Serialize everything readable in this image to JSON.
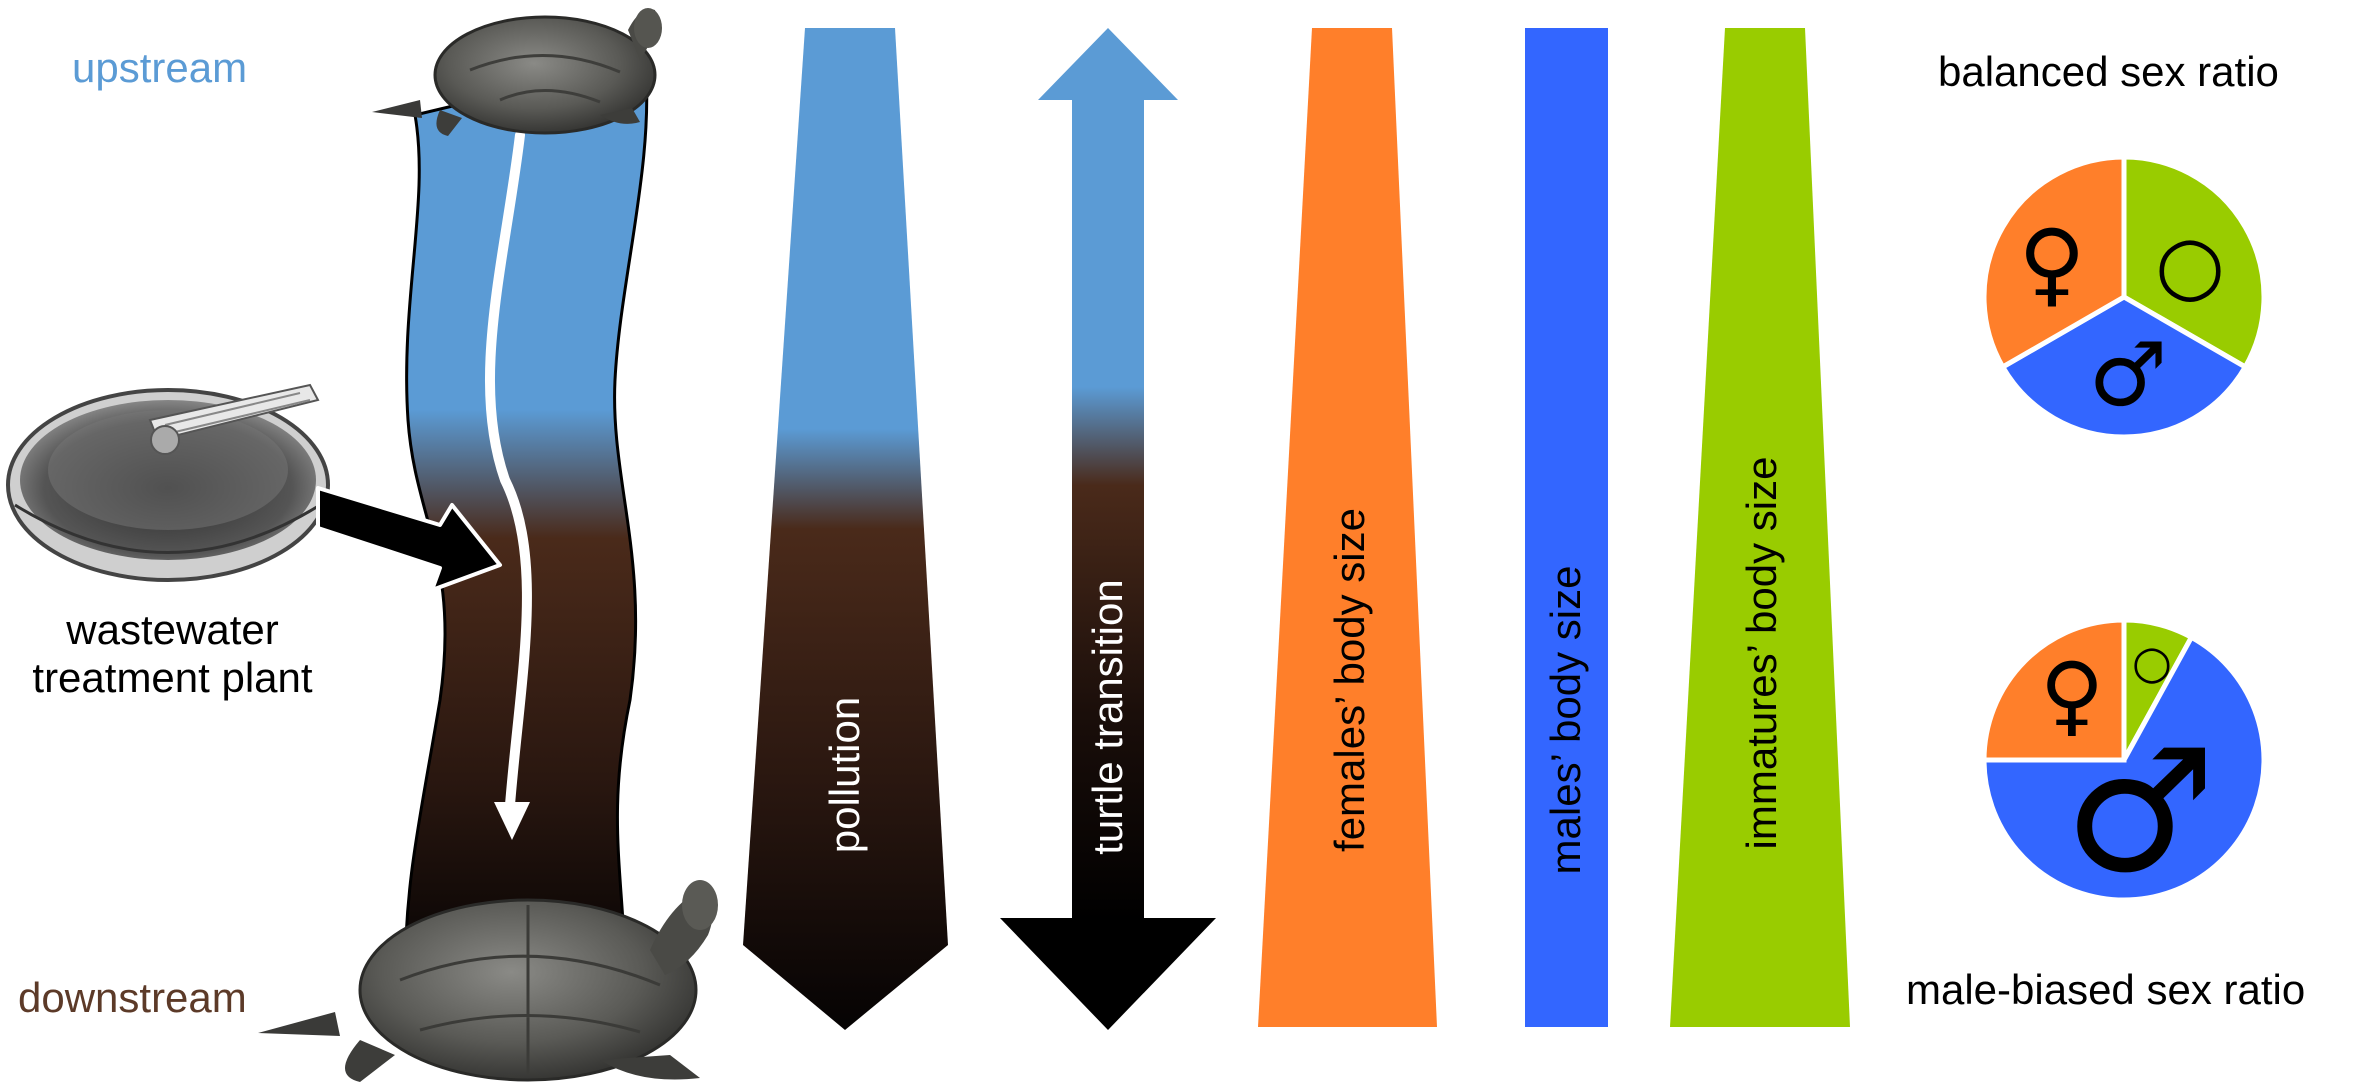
{
  "labels": {
    "upstream": "upstream",
    "downstream": "downstream",
    "wastewater_line1": "wastewater",
    "wastewater_line2": "treatment plant",
    "pollution": "pollution",
    "turtle_transition": "turtle transition",
    "females_body_size": "females’ body size",
    "males_body_size": "males’ body size",
    "immatures_body_size": "immatures’ body size",
    "balanced_sex_ratio": "balanced sex ratio",
    "male_biased_sex_ratio": "male-biased sex ratio"
  },
  "symbols": {
    "female": "♀",
    "male": "♂",
    "immature": "○"
  },
  "colors": {
    "water_blue": "#5b9bd5",
    "polluted_brown": "#4a2a1a",
    "dark": "#100808",
    "female_orange": "#ff7f2a",
    "male_blue": "#3366ff",
    "immature_green": "#99cc00",
    "upstream_text": "#5b9bd5",
    "downstream_text": "#5c3a28"
  },
  "pies": {
    "balanced": {
      "female": 0.3333,
      "immature": 0.3333,
      "male": 0.3334
    },
    "male_biased": {
      "female": 0.25,
      "immature": 0.08,
      "male": 0.67
    }
  }
}
